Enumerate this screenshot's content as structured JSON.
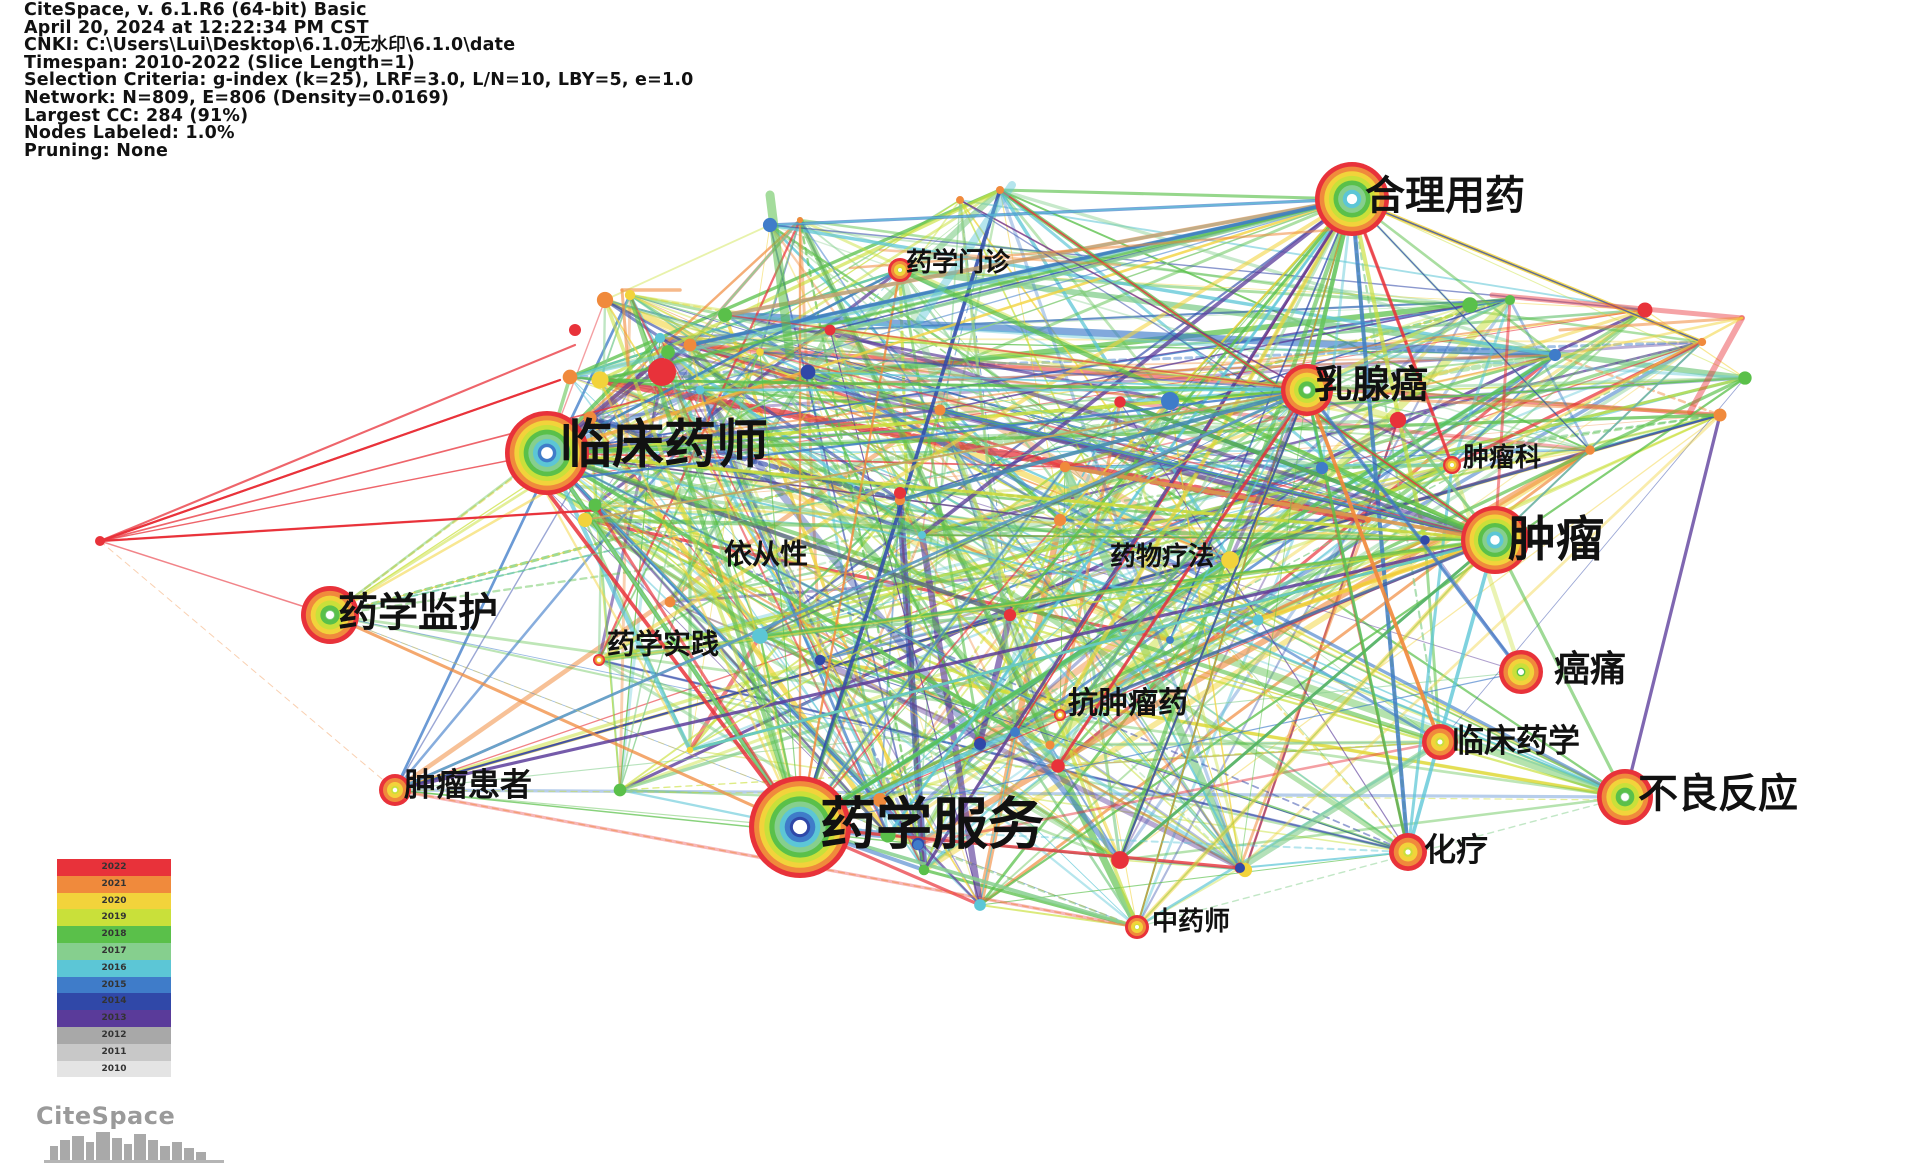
{
  "header": {
    "lines": [
      "CiteSpace, v. 6.1.R6 (64-bit) Basic",
      "April 20, 2024 at 12:22:34 PM CST",
      "CNKI: C:\\Users\\Lui\\Desktop\\6.1.0无水印\\6.1.0\\date",
      "Timespan: 2010-2022 (Slice Length=1)",
      "Selection Criteria: g-index (k=25), LRF=3.0, L/N=10, LBY=5, e=1.0",
      "Network: N=809, E=806 (Density=0.0169)",
      "Largest CC: 284 (91%)",
      "Nodes Labeled: 1.0%",
      "Pruning: None"
    ]
  },
  "nodes": [
    {
      "id": "linchuang_yaoshi",
      "label": "临床药师",
      "size": "xl"
    },
    {
      "id": "yaoxue_fuwu",
      "label": "药学服务",
      "size": "xl"
    },
    {
      "id": "heli_yongyao",
      "label": "合理用药",
      "size": "lg"
    },
    {
      "id": "zhongliu",
      "label": "肿瘤",
      "size": "lg"
    },
    {
      "id": "ruxianai",
      "label": "乳腺癌",
      "size": "md"
    },
    {
      "id": "yaoxue_jianhu",
      "label": "药学监护",
      "size": "md"
    },
    {
      "id": "buliang_fanying",
      "label": "不良反应",
      "size": "md"
    },
    {
      "id": "aitong",
      "label": "癌痛",
      "size": "sm"
    },
    {
      "id": "linchuang_yaoxue",
      "label": "临床药学",
      "size": "sm"
    },
    {
      "id": "hualiao",
      "label": "化疗",
      "size": "sm"
    },
    {
      "id": "zhongliu_huanzhe",
      "label": "肿瘤患者",
      "size": "sm"
    },
    {
      "id": "zhongyaoshi",
      "label": "中药师",
      "size": "xs"
    },
    {
      "id": "yaoxue_menzhen",
      "label": "药学门诊",
      "size": "xs"
    },
    {
      "id": "zhongliu_ke",
      "label": "肿瘤科",
      "size": "xs"
    },
    {
      "id": "yicongxing",
      "label": "依从性",
      "size": "xs"
    },
    {
      "id": "yaowu_liaofa",
      "label": "药物疗法",
      "size": "xs"
    },
    {
      "id": "yaoxue_shijian",
      "label": "药学实践",
      "size": "xs"
    },
    {
      "id": "kang_zhongliu_yao",
      "label": "抗肿瘤药",
      "size": "xs"
    }
  ],
  "legend": {
    "years": [
      "2022",
      "2021",
      "2020",
      "2019",
      "2018",
      "2017",
      "2016",
      "2015",
      "2014",
      "2013",
      "2012",
      "2011",
      "2010"
    ],
    "colors": [
      "#e8323a",
      "#f08a3c",
      "#f2d33b",
      "#c9e03a",
      "#5ac04a",
      "#86cf8e",
      "#5cc6d6",
      "#3f7cc9",
      "#3048a8",
      "#5a3b9a",
      "#a8a8a8",
      "#c8c8c8",
      "#e4e4e4"
    ]
  },
  "logo": {
    "text": "CiteSpace"
  }
}
